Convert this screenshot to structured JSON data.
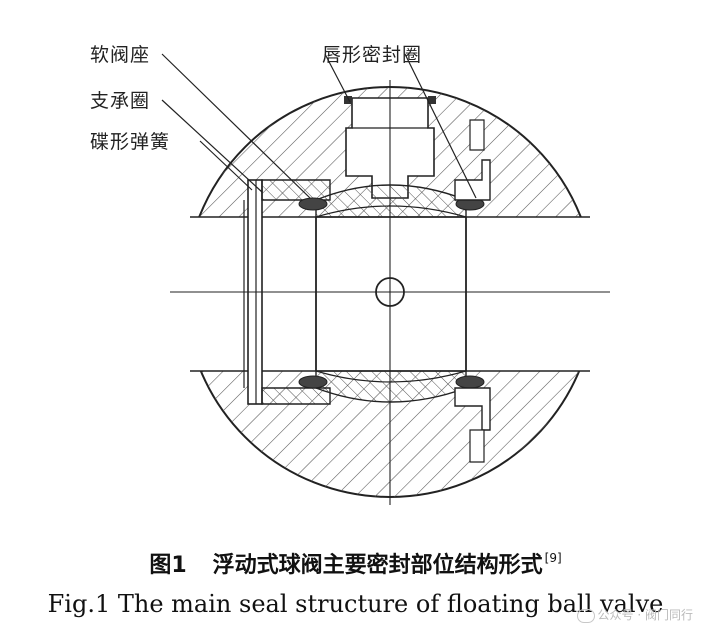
{
  "labels": {
    "soft_seat": "软阀座",
    "support_ring": "支承圈",
    "disc_spring": "碟形弹簧",
    "lip_seal": "唇形密封圈"
  },
  "caption": {
    "cn_fig_no": "图1",
    "cn_title": "浮动式球阀主要密封部位结构形式",
    "cn_ref": "[9]",
    "en": "Fig.1  The main seal structure of floating ball valve"
  },
  "watermark": {
    "text": "公众号 · 阀门同行"
  },
  "colors": {
    "line": "#222222",
    "hatch": "#555555",
    "seal_fill": "#444444"
  }
}
